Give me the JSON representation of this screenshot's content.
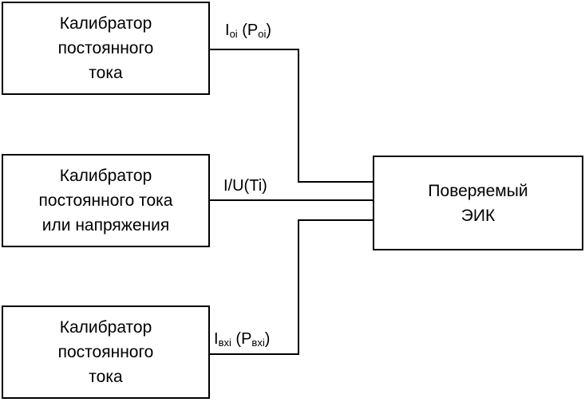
{
  "blocks": {
    "calibrator_top": {
      "lines": [
        "Калибратор",
        "постоянного",
        "тока"
      ]
    },
    "calibrator_middle": {
      "lines": [
        "Калибратор",
        "постоянного тока",
        "или напряжения"
      ]
    },
    "calibrator_bottom": {
      "lines": [
        "Калибратор",
        "постоянного",
        "тока"
      ]
    },
    "device_under_test": {
      "lines": [
        "Поверяемый",
        "ЭИК"
      ]
    }
  },
  "signals": {
    "top": {
      "main": "I",
      "sub": "oi",
      "paren_open": " (P",
      "paren_sub": "oi",
      "paren_close": ")"
    },
    "middle": {
      "text": "I/U(Ti)"
    },
    "bottom": {
      "main": "I",
      "sub": "вхi",
      "paren_open": " (P",
      "paren_sub": "вхi",
      "paren_close": ")"
    }
  },
  "colors": {
    "stroke": "#000000",
    "background": "#ffffff"
  }
}
